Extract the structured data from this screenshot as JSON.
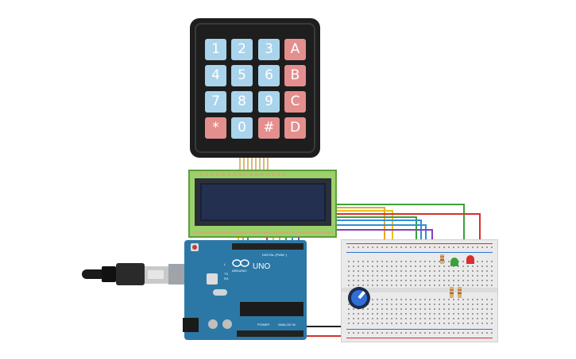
{
  "keypad": {
    "keys": [
      "1",
      "2",
      "3",
      "A",
      "4",
      "5",
      "6",
      "B",
      "7",
      "8",
      "9",
      "C",
      "*",
      "0",
      "#",
      "D"
    ]
  },
  "arduino": {
    "brand": "UNO",
    "logo_text": "ARDUINO",
    "digital_label": "DIGITAL (PWM~)",
    "power_label": "POWER",
    "analog_label": "ANALOG IN",
    "tx_label": "TX",
    "rx_label": "RX",
    "l_label": "L"
  },
  "colors": {
    "key_blue": "#a9d4ec",
    "key_red": "#e48e8e",
    "board_blue": "#2b78a6",
    "lcd_green": "#9bd06b",
    "lcd_screen": "#243050"
  },
  "icons": [
    "usb-cable-icon",
    "potentiometer-icon",
    "led-green-icon",
    "led-red-icon",
    "resistor-icon"
  ]
}
